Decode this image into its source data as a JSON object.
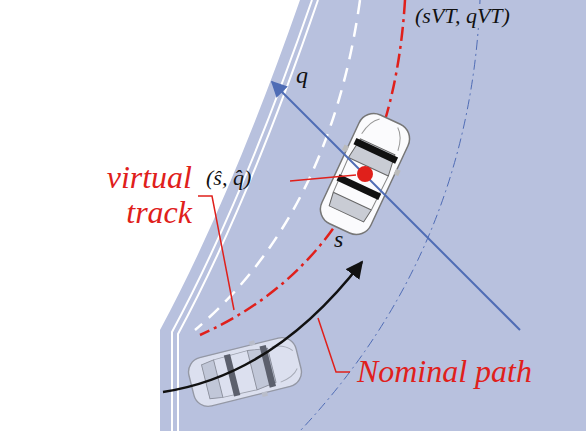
{
  "diagram": {
    "labels": [
      "(sVT, qVT)",
      "q",
      "(ŝ, q̂)",
      "virtual track",
      "s",
      "Nominal path"
    ]
  }
}
